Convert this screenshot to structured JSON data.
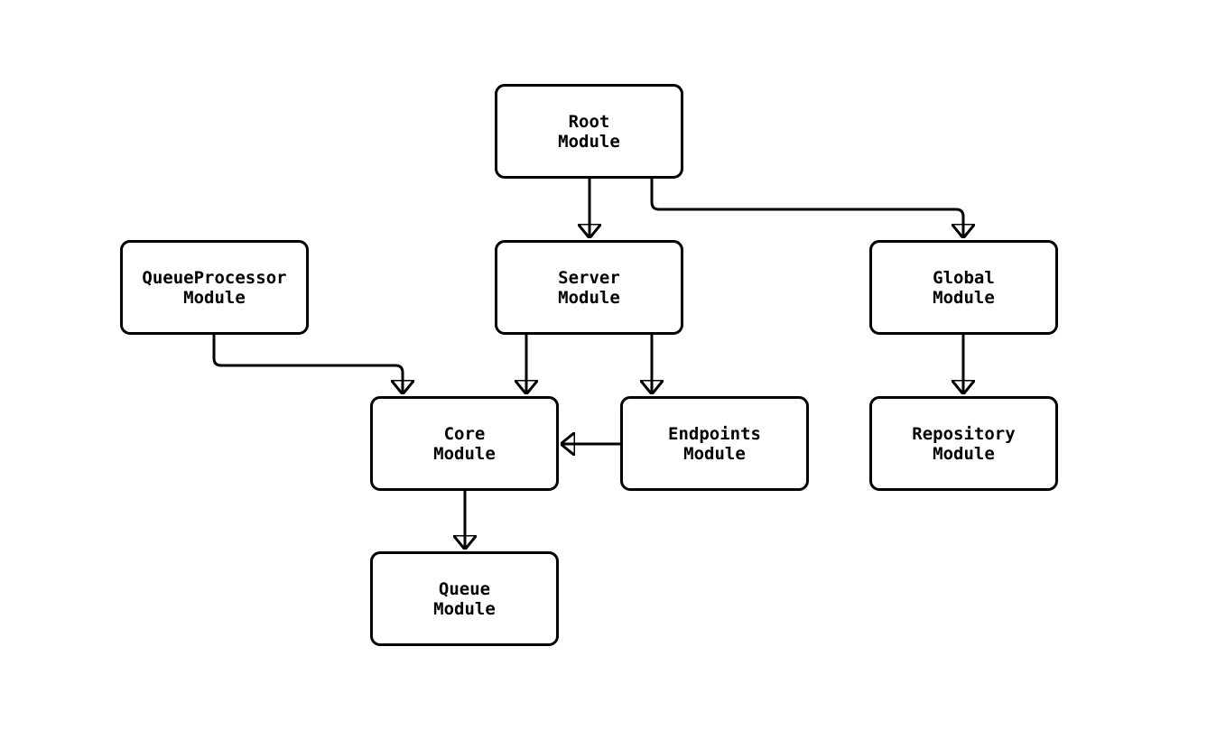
{
  "diagram": {
    "type": "module-dependency-graph",
    "colors": {
      "background": "#ffffff",
      "node_fill": "#ffffff",
      "node_stroke": "#000000",
      "edge_stroke": "#000000",
      "text": "#000000"
    },
    "nodes": {
      "root": {
        "label": "Root\nModule"
      },
      "queueprocessor": {
        "label": "QueueProcessor\nModule"
      },
      "server": {
        "label": "Server\nModule"
      },
      "global": {
        "label": "Global\nModule"
      },
      "core": {
        "label": "Core\nModule"
      },
      "endpoints": {
        "label": "Endpoints\nModule"
      },
      "repository": {
        "label": "Repository\nModule"
      },
      "queue": {
        "label": "Queue\nModule"
      }
    },
    "edges": [
      {
        "from": "Root Module",
        "to": "Server Module"
      },
      {
        "from": "Root Module",
        "to": "Global Module"
      },
      {
        "from": "QueueProcessor Module",
        "to": "Core Module"
      },
      {
        "from": "Server Module",
        "to": "Core Module"
      },
      {
        "from": "Server Module",
        "to": "Endpoints Module"
      },
      {
        "from": "Endpoints Module",
        "to": "Core Module"
      },
      {
        "from": "Global Module",
        "to": "Repository Module"
      },
      {
        "from": "Core Module",
        "to": "Queue Module"
      }
    ]
  }
}
